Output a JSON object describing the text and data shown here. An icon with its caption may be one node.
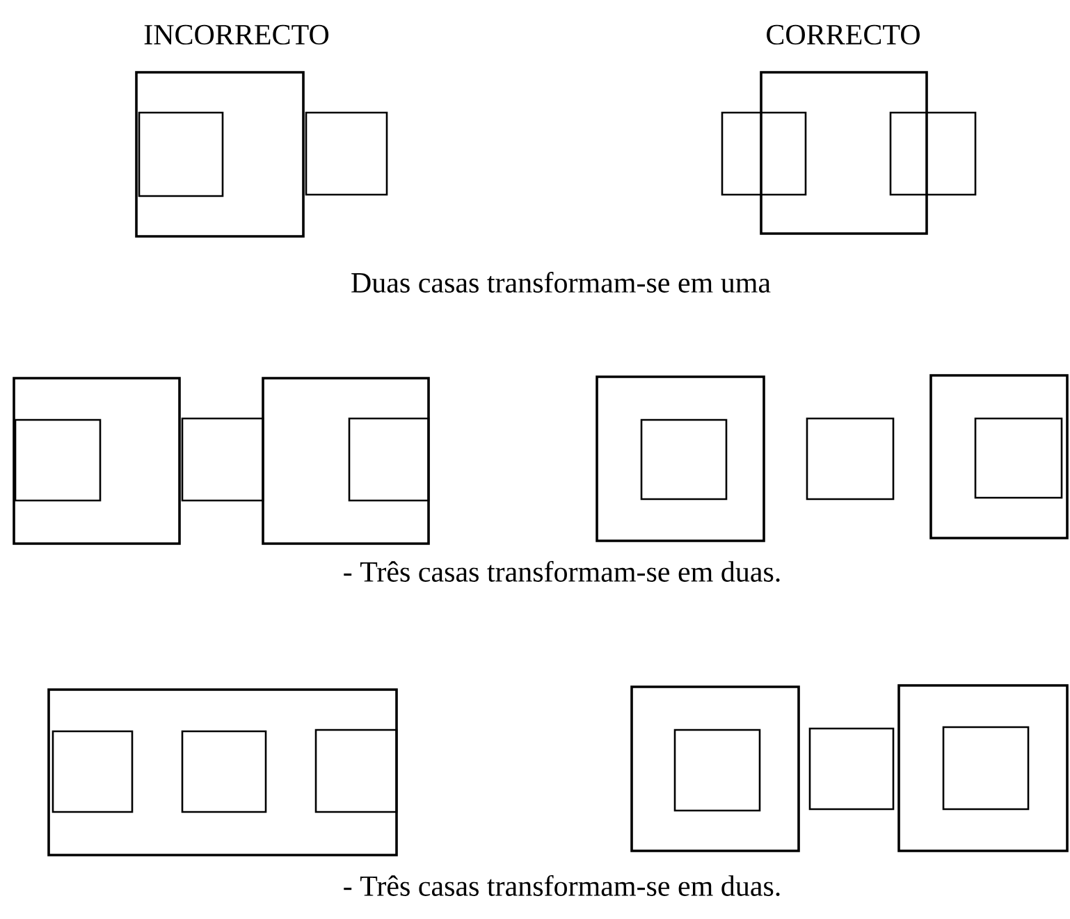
{
  "diagram": {
    "labels": [
      "INCORRECTO",
      "CORRECTO",
      "Duas casas transformam-se em uma",
      "- Três casas transformam-se em duas.",
      "- Três casas transformam-se em duas."
    ]
  }
}
